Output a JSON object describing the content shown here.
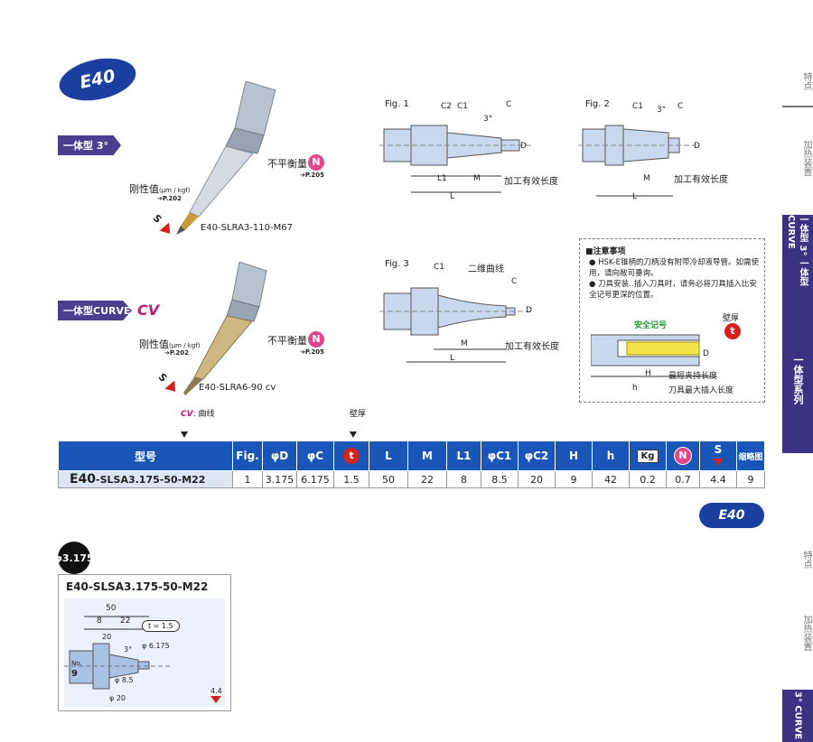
{
  "header": {
    "series": "E40"
  },
  "section1": {
    "label": "一体型 3°",
    "balance_label": "不平衡量",
    "balance_ref": "P.205",
    "rigidity_label": "刚性值",
    "rigidity_unit": "(μm / kgf)",
    "rigidity_ref": "P.202",
    "model": "E40-SLRA3-110-M67",
    "s_mark": "S",
    "n_mark": "N"
  },
  "section2": {
    "label": "一体型CURVE",
    "cv_mark": "CV",
    "balance_label": "不平衡量",
    "balance_ref": "P.205",
    "rigidity_label": "刚性值",
    "rigidity_unit": "(μm / kgf)",
    "rigidity_ref": "P.202",
    "model": "E40-SLRA6-90 cv",
    "s_mark": "S",
    "n_mark": "N"
  },
  "figures": {
    "fig1": {
      "title": "Fig. 1",
      "c2": "C2",
      "c1": "C1",
      "angle": "3°",
      "c": "C",
      "d": "D",
      "l1": "L1",
      "m": "M",
      "l": "L",
      "effective": "加工有效长度"
    },
    "fig2": {
      "title": "Fig. 2",
      "c1": "C1",
      "angle": "3°",
      "c": "C",
      "d": "D",
      "m": "M",
      "l": "L",
      "effective": "加工有效长度"
    },
    "fig3": {
      "title": "Fig. 3",
      "c1": "C1",
      "curve": "二维曲线",
      "c": "C",
      "d": "D",
      "m": "M",
      "l": "L",
      "effective": "加工有效长度"
    }
  },
  "notes": {
    "title": "■注意事项",
    "items": [
      "HSK-E锥柄的刀柄没有附带冷却液导管。如需使用，请向敝司垂询。",
      "刀具安装‥插入刀具时，请务必将刀具插入比安全记号更深的位置。"
    ],
    "safety_mark": "安全记号",
    "wall": "壁厚",
    "t": "t",
    "d": "D",
    "h_cap": "H",
    "h_low": "h",
    "min_clamp": "最短夹持长度",
    "max_insert": "刀具最大插入长度"
  },
  "legend": {
    "cv": "CV",
    "cv_text": ": 曲线",
    "wall": "壁厚"
  },
  "table": {
    "headers": [
      "型号",
      "Fig.",
      "φD",
      "φC",
      "t",
      "L",
      "M",
      "L1",
      "φC1",
      "φC2",
      "H",
      "h",
      "Kg",
      "N",
      "S",
      "缩略图"
    ],
    "row": {
      "model_prefix": "E40",
      "model_rest": "-SLSA3.175-50-M22",
      "cells": [
        "1",
        "3.175",
        "6.175",
        "1.5",
        "50",
        "22",
        "8",
        "8.5",
        "20",
        "9",
        "42",
        "0.2",
        "0.7",
        "4.4",
        "9"
      ]
    }
  },
  "footer_oval": "E40",
  "detail": {
    "diameter_badge": "φ3.175",
    "title": "E40-SLSA3.175-50-M22",
    "dim_50": "50",
    "dim_8": "8",
    "dim_22": "22",
    "dim_t": "t = 1.5",
    "angle": "3°",
    "dim_20deg": "20",
    "dim_phi6": "φ 6.175",
    "dim_phi85": "φ 8.5",
    "dim_phi20": "φ 20",
    "no_label": "No.",
    "no_value": "9",
    "s_value": "4.4"
  },
  "sidebar": {
    "tabs": [
      "特点",
      "加热装置",
      "一体型 3° 一体型 CURVE",
      "一体型系列",
      "特点",
      "加热装置",
      "3° CURVE"
    ]
  }
}
